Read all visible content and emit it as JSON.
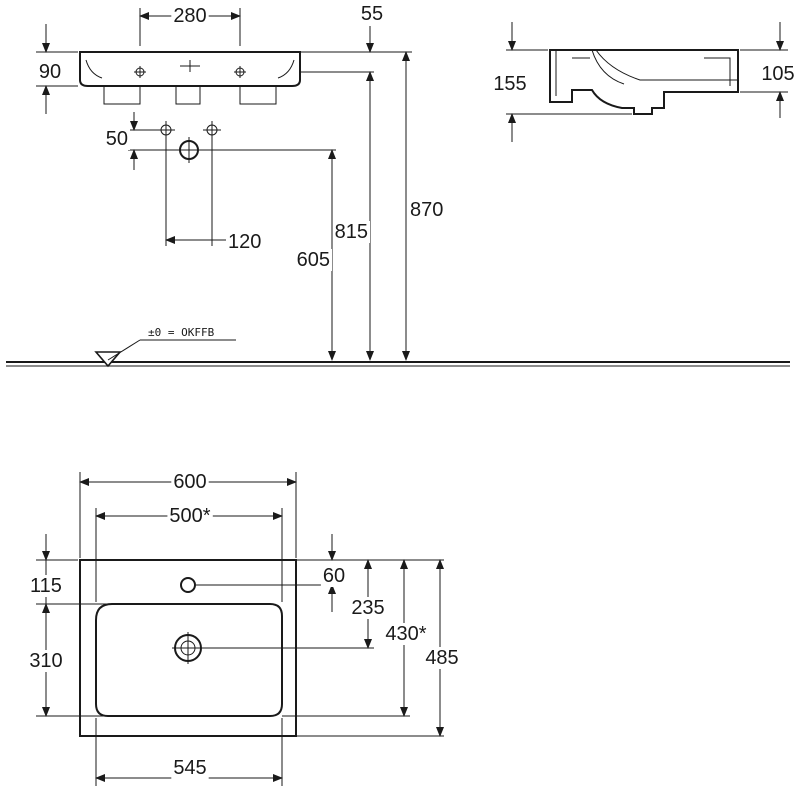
{
  "front_view": {
    "width_tap_holes": "280",
    "height_rim": "90",
    "rim_offset": "55",
    "height_870": "870",
    "height_815": "815",
    "height_605": "605",
    "offset_50": "50",
    "spacing_120": "120",
    "floor_reference": "±0 = OKFFB"
  },
  "side_view": {
    "height_155": "155",
    "height_105": "105"
  },
  "top_view": {
    "width_600": "600",
    "width_500": "500*",
    "width_545": "545",
    "depth_115": "115",
    "depth_310": "310",
    "depth_60": "60",
    "depth_235": "235",
    "depth_430": "430*",
    "depth_485": "485"
  }
}
